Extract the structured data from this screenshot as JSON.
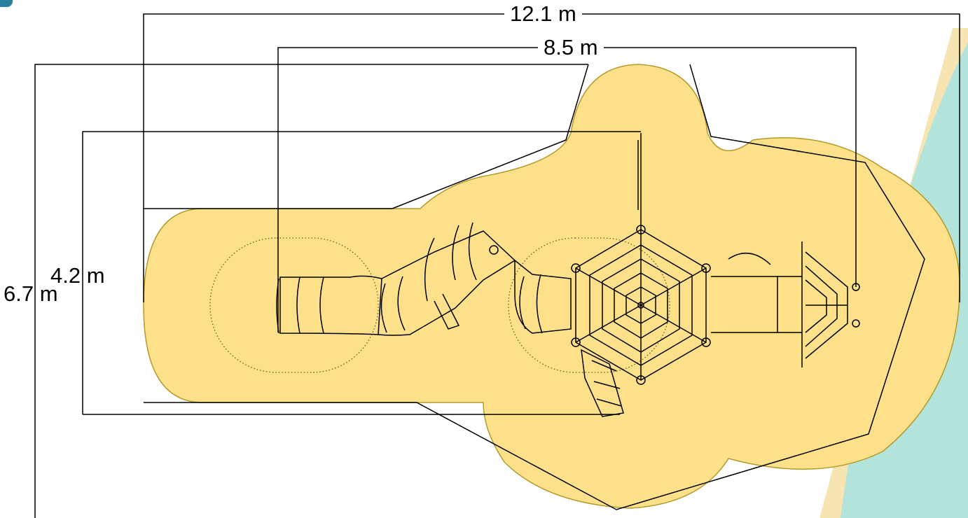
{
  "dimensions": {
    "overall_length": "12.1 m",
    "equipment_length": "8.5 m",
    "overall_width": "6.7 m",
    "equipment_width": "4.2 m"
  },
  "colors": {
    "safety_zone": "#fde08a",
    "safety_zone_edge": "#b39a2a",
    "teal_background": "#b2e4dc",
    "cream_stripe": "#f6e5b2",
    "line": "#000000"
  }
}
